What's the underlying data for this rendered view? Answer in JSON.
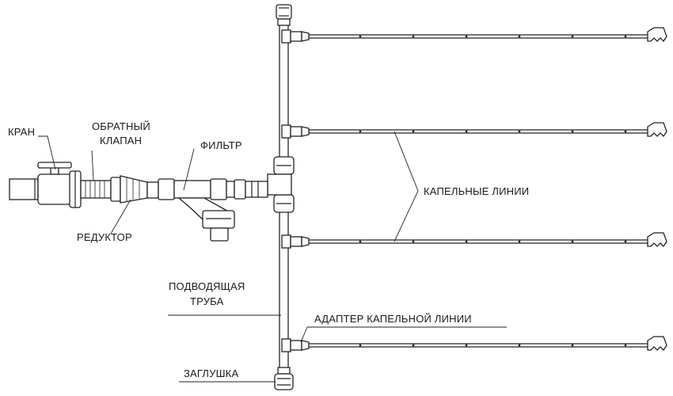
{
  "diagram": {
    "labels": {
      "valve": "КРАН",
      "check_valve_line1": "ОБРАТНЫЙ",
      "check_valve_line2": "КЛАПАН",
      "filter": "ФИЛЬТР",
      "reducer": "РЕДУКТОР",
      "drip_lines": "КАПЕЛЬНЫЕ ЛИНИИ",
      "supply_pipe_line1": "ПОДВОДЯЩАЯ",
      "supply_pipe_line2": "ТРУБА",
      "drip_adapter": "АДАПТЕР КАПЕЛЬНОЙ ЛИНИИ",
      "end_plug": "ЗАГЛУШКА"
    },
    "drip_line_count": 4,
    "line_color": "#222222",
    "background": "#ffffff"
  }
}
